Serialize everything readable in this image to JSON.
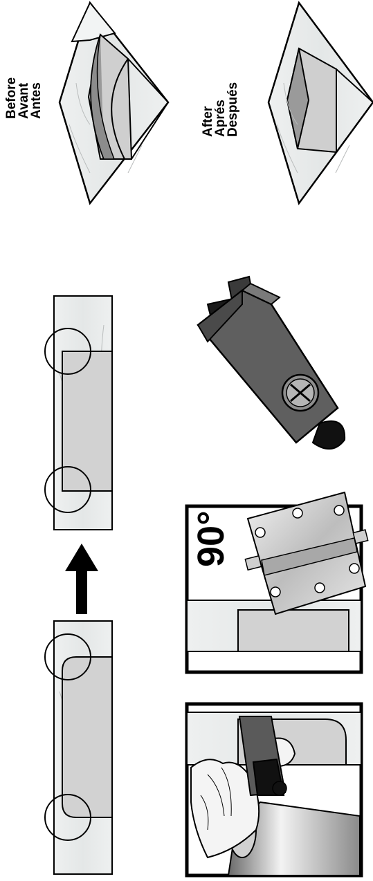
{
  "labels": {
    "before": [
      "Before",
      "Avant",
      "Antes"
    ],
    "after": [
      "After",
      "Aprés",
      "Después"
    ],
    "angle": "90°"
  },
  "colors": {
    "ink": "#000000",
    "wood": "#e9ecec",
    "mortise": "#d2d2d2",
    "tool": "#5a5a5a",
    "steel": "#c4c4c4"
  },
  "icons": {
    "arrow": "arrow-up-icon",
    "chisel": "chisel-icon",
    "hinge": "hinge-icon",
    "hammer": "hammer-icon",
    "hand": "hand-icon"
  }
}
